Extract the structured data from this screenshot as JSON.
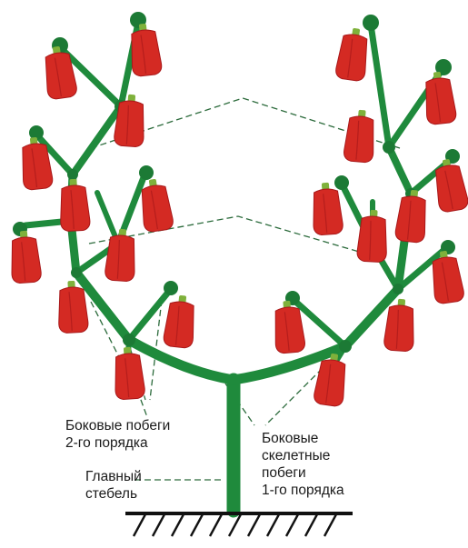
{
  "labels": {
    "lateral_2nd": [
      "Боковые побеги",
      "2-го порядка"
    ],
    "main_stem": [
      "Главный",
      "стебель"
    ],
    "lateral_1st": [
      "Боковые",
      "скелетные",
      "побеги",
      "1-го порядка"
    ]
  },
  "colors": {
    "stem": "#1f8a3c",
    "node": "#1c7a35",
    "pepper": "#d42a23",
    "pepper_dark": "#a8181a",
    "calyx": "#7fb13b",
    "guide_line": "#2c6b3c",
    "ground": "#111111"
  }
}
